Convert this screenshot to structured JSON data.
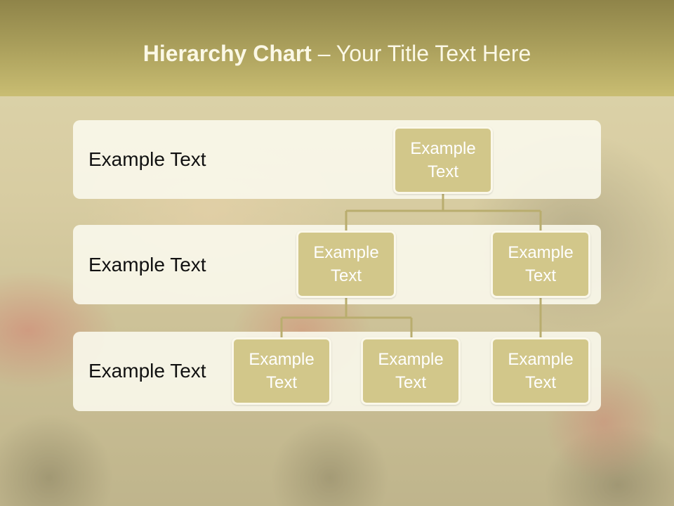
{
  "slide": {
    "title_bold": "Hierarchy Chart",
    "title_rest": " – Your Title Text Here"
  },
  "rows": [
    {
      "label": "Example Text"
    },
    {
      "label": "Example Text"
    },
    {
      "label": "Example Text"
    }
  ],
  "nodes": {
    "root": {
      "text": "Example Text"
    },
    "level2_left": {
      "text": "Example Text"
    },
    "level2_right": {
      "text": "Example Text"
    },
    "level3_left": {
      "text": "Example Text"
    },
    "level3_middle": {
      "text": "Example Text"
    },
    "level3_right": {
      "text": "Example Text"
    }
  },
  "colors": {
    "title_band": "#a89d5a",
    "node_fill": "#d2c78a",
    "node_border": "#fbf8ea",
    "row_fill": "#faf8ec",
    "connector": "#b9ad6e"
  }
}
